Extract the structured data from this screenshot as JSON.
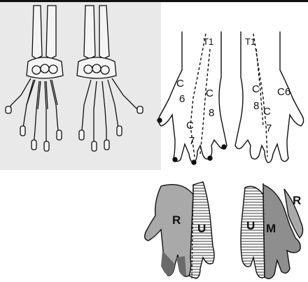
{
  "dermatome_labels": {
    "t1_left": "T1",
    "c6_left": "C",
    "c6_left_num": "6",
    "c8_left": "C",
    "c8_left_num": "8",
    "c7_left": "C",
    "c7_left_num": "7",
    "t1_right": "T1",
    "c8_right": "C",
    "c8_right_num": "8",
    "c6_right": "C6",
    "c7_right": "C",
    "c7_right_num": "7"
  },
  "nerve_labels": {
    "radial_left": "R",
    "ulnar_left": "U",
    "ulnar_right": "U",
    "median_right": "M",
    "radial_right": "R"
  },
  "colors": {
    "bone": "#f4f4f4",
    "outline": "#111111",
    "radial_fill": "#a9a9a9",
    "median_fill": "#8e8e8e",
    "ulnar_stripe": "#555555",
    "dark_tip": "#6a6a6a"
  }
}
